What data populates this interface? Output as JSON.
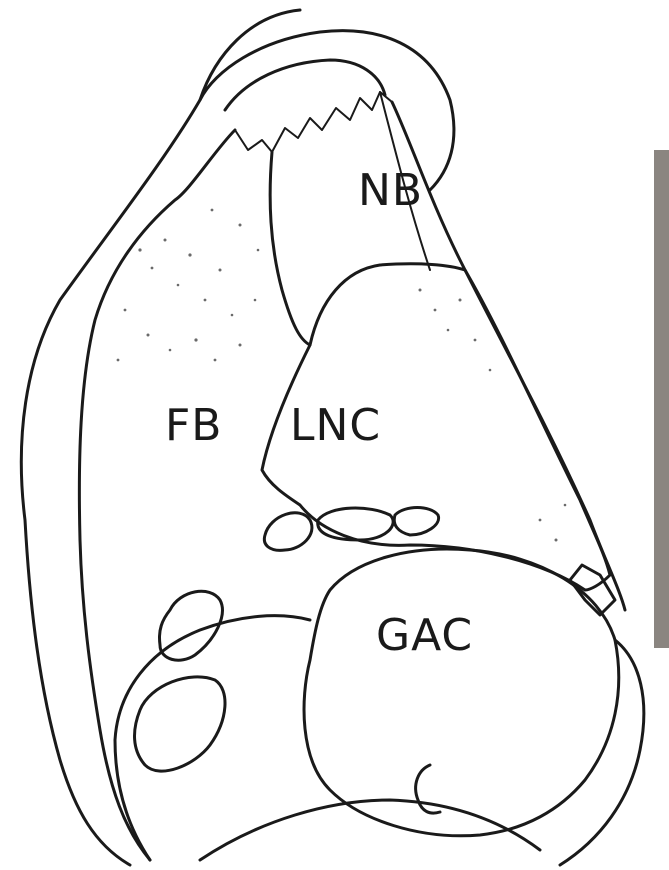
{
  "labels": {
    "nb": "NB",
    "fb": "FB",
    "lnc": "LNC",
    "gac": "GAC"
  }
}
